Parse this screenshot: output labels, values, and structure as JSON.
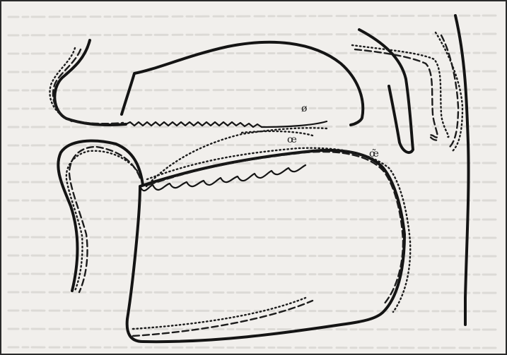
{
  "diagram": {
    "labels": {
      "o_slash": "ø",
      "oe": "œ",
      "oe_nasal": "œ̃"
    },
    "legend_styles": [
      "solid",
      "dashed",
      "dotted"
    ],
    "colors": {
      "ink": "#141414",
      "paper": "#f1efec",
      "bleed_through": "#c9c6c2"
    }
  }
}
